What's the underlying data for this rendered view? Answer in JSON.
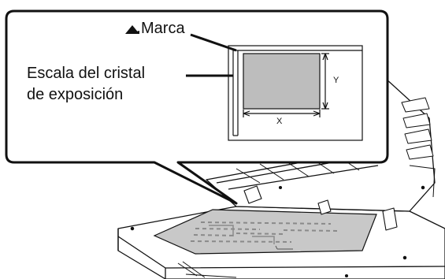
{
  "labels": {
    "marca": "Marca",
    "escala_line1": "Escala del cristal",
    "escala_line2": "de exposición",
    "x": "X",
    "y": "Y"
  },
  "icons": {
    "marca": "corner-triangle-arrow-icon"
  },
  "colors": {
    "line": "#111111",
    "document_fill": "#bdbdbd",
    "glass_fill": "#c8c8c8",
    "background": "#ffffff"
  }
}
